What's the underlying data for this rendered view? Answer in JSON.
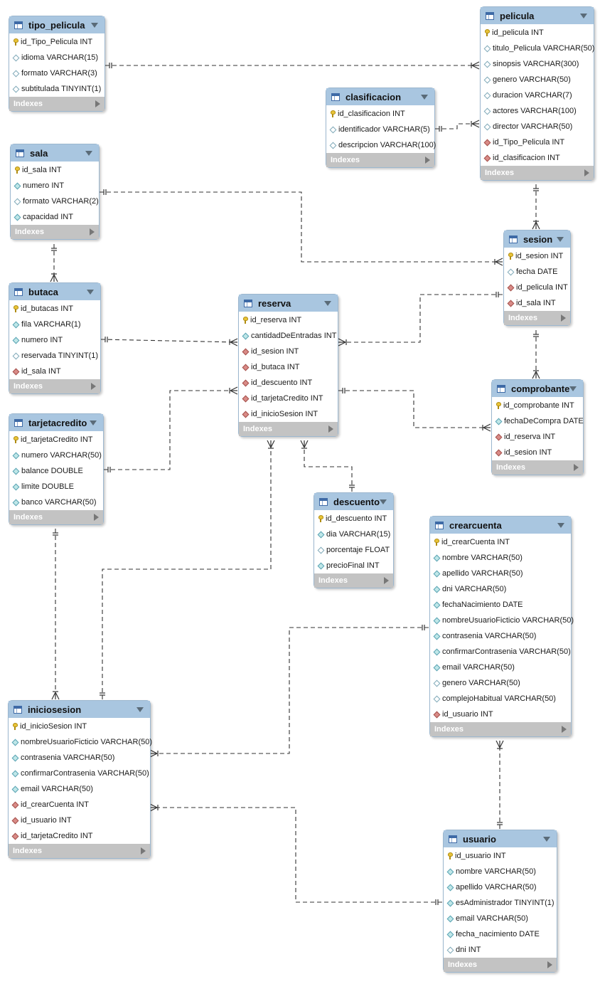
{
  "indexes_label": "Indexes",
  "tables": [
    {
      "id": "tipo_pelicula",
      "name": "tipo_pelicula",
      "columns": [
        {
          "text": "id_Tipo_Pelicula INT",
          "kind": "pk"
        },
        {
          "text": "idioma VARCHAR(15)",
          "kind": "null"
        },
        {
          "text": "formato VARCHAR(3)",
          "kind": "null"
        },
        {
          "text": "subtitulada TINYINT(1)",
          "kind": "null"
        }
      ]
    },
    {
      "id": "pelicula",
      "name": "pelicula",
      "columns": [
        {
          "text": "id_pelicula INT",
          "kind": "pk"
        },
        {
          "text": "titulo_Pelicula VARCHAR(50)",
          "kind": "null"
        },
        {
          "text": "sinopsis VARCHAR(300)",
          "kind": "null"
        },
        {
          "text": "genero VARCHAR(50)",
          "kind": "null"
        },
        {
          "text": "duracion VARCHAR(7)",
          "kind": "null"
        },
        {
          "text": "actores VARCHAR(100)",
          "kind": "null"
        },
        {
          "text": "director VARCHAR(50)",
          "kind": "null"
        },
        {
          "text": "id_Tipo_Pelicula INT",
          "kind": "fk"
        },
        {
          "text": "id_clasificacion INT",
          "kind": "fk"
        }
      ]
    },
    {
      "id": "clasificacion",
      "name": "clasificacion",
      "columns": [
        {
          "text": "id_clasificacion INT",
          "kind": "pk"
        },
        {
          "text": "identificador VARCHAR(5)",
          "kind": "null"
        },
        {
          "text": "descripcion VARCHAR(100)",
          "kind": "null"
        }
      ]
    },
    {
      "id": "sala",
      "name": "sala",
      "columns": [
        {
          "text": "id_sala INT",
          "kind": "pk"
        },
        {
          "text": "numero INT",
          "kind": "col"
        },
        {
          "text": "formato VARCHAR(2)",
          "kind": "null"
        },
        {
          "text": "capacidad INT",
          "kind": "col"
        }
      ]
    },
    {
      "id": "sesion",
      "name": "sesion",
      "columns": [
        {
          "text": "id_sesion INT",
          "kind": "pk"
        },
        {
          "text": "fecha DATE",
          "kind": "null"
        },
        {
          "text": "id_pelicula INT",
          "kind": "fk"
        },
        {
          "text": "id_sala INT",
          "kind": "fk"
        }
      ]
    },
    {
      "id": "butaca",
      "name": "butaca",
      "columns": [
        {
          "text": "id_butacas INT",
          "kind": "pk"
        },
        {
          "text": "fila VARCHAR(1)",
          "kind": "col"
        },
        {
          "text": "numero INT",
          "kind": "col"
        },
        {
          "text": "reservada TINYINT(1)",
          "kind": "null"
        },
        {
          "text": "id_sala INT",
          "kind": "fk"
        }
      ]
    },
    {
      "id": "reserva",
      "name": "reserva",
      "columns": [
        {
          "text": "id_reserva INT",
          "kind": "pk"
        },
        {
          "text": "cantidadDeEntradas INT",
          "kind": "col"
        },
        {
          "text": "id_sesion INT",
          "kind": "fk"
        },
        {
          "text": "id_butaca INT",
          "kind": "fk"
        },
        {
          "text": "id_descuento INT",
          "kind": "fk"
        },
        {
          "text": "id_tarjetaCredito INT",
          "kind": "fk"
        },
        {
          "text": "id_inicioSesion INT",
          "kind": "fk"
        }
      ]
    },
    {
      "id": "comprobante",
      "name": "comprobante",
      "columns": [
        {
          "text": "id_comprobante INT",
          "kind": "pk"
        },
        {
          "text": "fechaDeCompra DATE",
          "kind": "col"
        },
        {
          "text": "id_reserva INT",
          "kind": "fk"
        },
        {
          "text": "id_sesion INT",
          "kind": "fk"
        }
      ]
    },
    {
      "id": "tarjetacredito",
      "name": "tarjetacredito",
      "columns": [
        {
          "text": "id_tarjetaCredito INT",
          "kind": "pk"
        },
        {
          "text": "numero VARCHAR(50)",
          "kind": "col"
        },
        {
          "text": "balance DOUBLE",
          "kind": "col"
        },
        {
          "text": "limite DOUBLE",
          "kind": "col"
        },
        {
          "text": "banco VARCHAR(50)",
          "kind": "col"
        }
      ]
    },
    {
      "id": "descuento",
      "name": "descuento",
      "columns": [
        {
          "text": "id_descuento INT",
          "kind": "pk"
        },
        {
          "text": "dia VARCHAR(15)",
          "kind": "col"
        },
        {
          "text": "porcentaje FLOAT",
          "kind": "null"
        },
        {
          "text": "precioFinal INT",
          "kind": "col"
        }
      ]
    },
    {
      "id": "crearcuenta",
      "name": "crearcuenta",
      "columns": [
        {
          "text": "id_crearCuenta INT",
          "kind": "pk"
        },
        {
          "text": "nombre VARCHAR(50)",
          "kind": "col"
        },
        {
          "text": "apellido VARCHAR(50)",
          "kind": "col"
        },
        {
          "text": "dni VARCHAR(50)",
          "kind": "col"
        },
        {
          "text": "fechaNacimiento DATE",
          "kind": "col"
        },
        {
          "text": "nombreUsuarioFicticio VARCHAR(50)",
          "kind": "col"
        },
        {
          "text": "contrasenia VARCHAR(50)",
          "kind": "col"
        },
        {
          "text": "confirmarContrasenia VARCHAR(50)",
          "kind": "col"
        },
        {
          "text": "email VARCHAR(50)",
          "kind": "col"
        },
        {
          "text": "genero VARCHAR(50)",
          "kind": "null"
        },
        {
          "text": "complejoHabitual VARCHAR(50)",
          "kind": "null"
        },
        {
          "text": "id_usuario INT",
          "kind": "fk"
        }
      ]
    },
    {
      "id": "iniciosesion",
      "name": "iniciosesion",
      "columns": [
        {
          "text": "id_inicioSesion INT",
          "kind": "pk"
        },
        {
          "text": "nombreUsuarioFicticio VARCHAR(50)",
          "kind": "col"
        },
        {
          "text": "contrasenia VARCHAR(50)",
          "kind": "col"
        },
        {
          "text": "confirmarContrasenia VARCHAR(50)",
          "kind": "col"
        },
        {
          "text": "email VARCHAR(50)",
          "kind": "col"
        },
        {
          "text": "id_crearCuenta INT",
          "kind": "fk"
        },
        {
          "text": "id_usuario INT",
          "kind": "fk"
        },
        {
          "text": "id_tarjetaCredito INT",
          "kind": "fk"
        }
      ]
    },
    {
      "id": "usuario",
      "name": "usuario",
      "columns": [
        {
          "text": "id_usuario INT",
          "kind": "pk"
        },
        {
          "text": "nombre VARCHAR(50)",
          "kind": "col"
        },
        {
          "text": "apellido VARCHAR(50)",
          "kind": "col"
        },
        {
          "text": "esAdministrador TINYINT(1)",
          "kind": "col"
        },
        {
          "text": "email VARCHAR(50)",
          "kind": "col"
        },
        {
          "text": "fecha_nacimiento DATE",
          "kind": "col"
        },
        {
          "text": "dni INT",
          "kind": "null"
        }
      ]
    }
  ],
  "relationships": [
    {
      "from": "tipo_pelicula",
      "to": "pelicula"
    },
    {
      "from": "clasificacion",
      "to": "pelicula"
    },
    {
      "from": "pelicula",
      "to": "sesion"
    },
    {
      "from": "sala",
      "to": "sesion"
    },
    {
      "from": "sala",
      "to": "butaca"
    },
    {
      "from": "sesion",
      "to": "reserva"
    },
    {
      "from": "butaca",
      "to": "reserva"
    },
    {
      "from": "sesion",
      "to": "comprobante"
    },
    {
      "from": "reserva",
      "to": "comprobante"
    },
    {
      "from": "tarjetacredito",
      "to": "reserva"
    },
    {
      "from": "descuento",
      "to": "reserva"
    },
    {
      "from": "iniciosesion",
      "to": "reserva"
    },
    {
      "from": "tarjetacredito",
      "to": "iniciosesion"
    },
    {
      "from": "crearcuenta",
      "to": "iniciosesion"
    },
    {
      "from": "usuario",
      "to": "iniciosesion"
    },
    {
      "from": "usuario",
      "to": "crearcuenta"
    }
  ]
}
